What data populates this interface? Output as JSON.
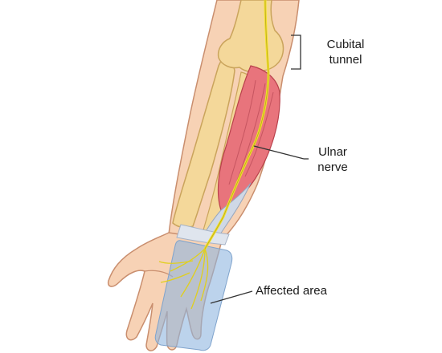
{
  "labels": {
    "cubital_tunnel": [
      "Cubital",
      "tunnel"
    ],
    "ulnar_nerve": [
      "Ulnar",
      "nerve"
    ],
    "affected_area": "Affected area"
  },
  "colors": {
    "skin": "#f7d2b5",
    "skin_outline": "#c98e6e",
    "bone": "#f4d89a",
    "bone_outline": "#caa45c",
    "muscle": "#e8747c",
    "tendon": "#cfd8e6",
    "nerve": "#f2e12b",
    "affected_area": "#8fb5df"
  },
  "icons": [
    "forearm-illustration",
    "hand-illustration",
    "elbow-bone-illustration",
    "ulnar-nerve-line"
  ]
}
